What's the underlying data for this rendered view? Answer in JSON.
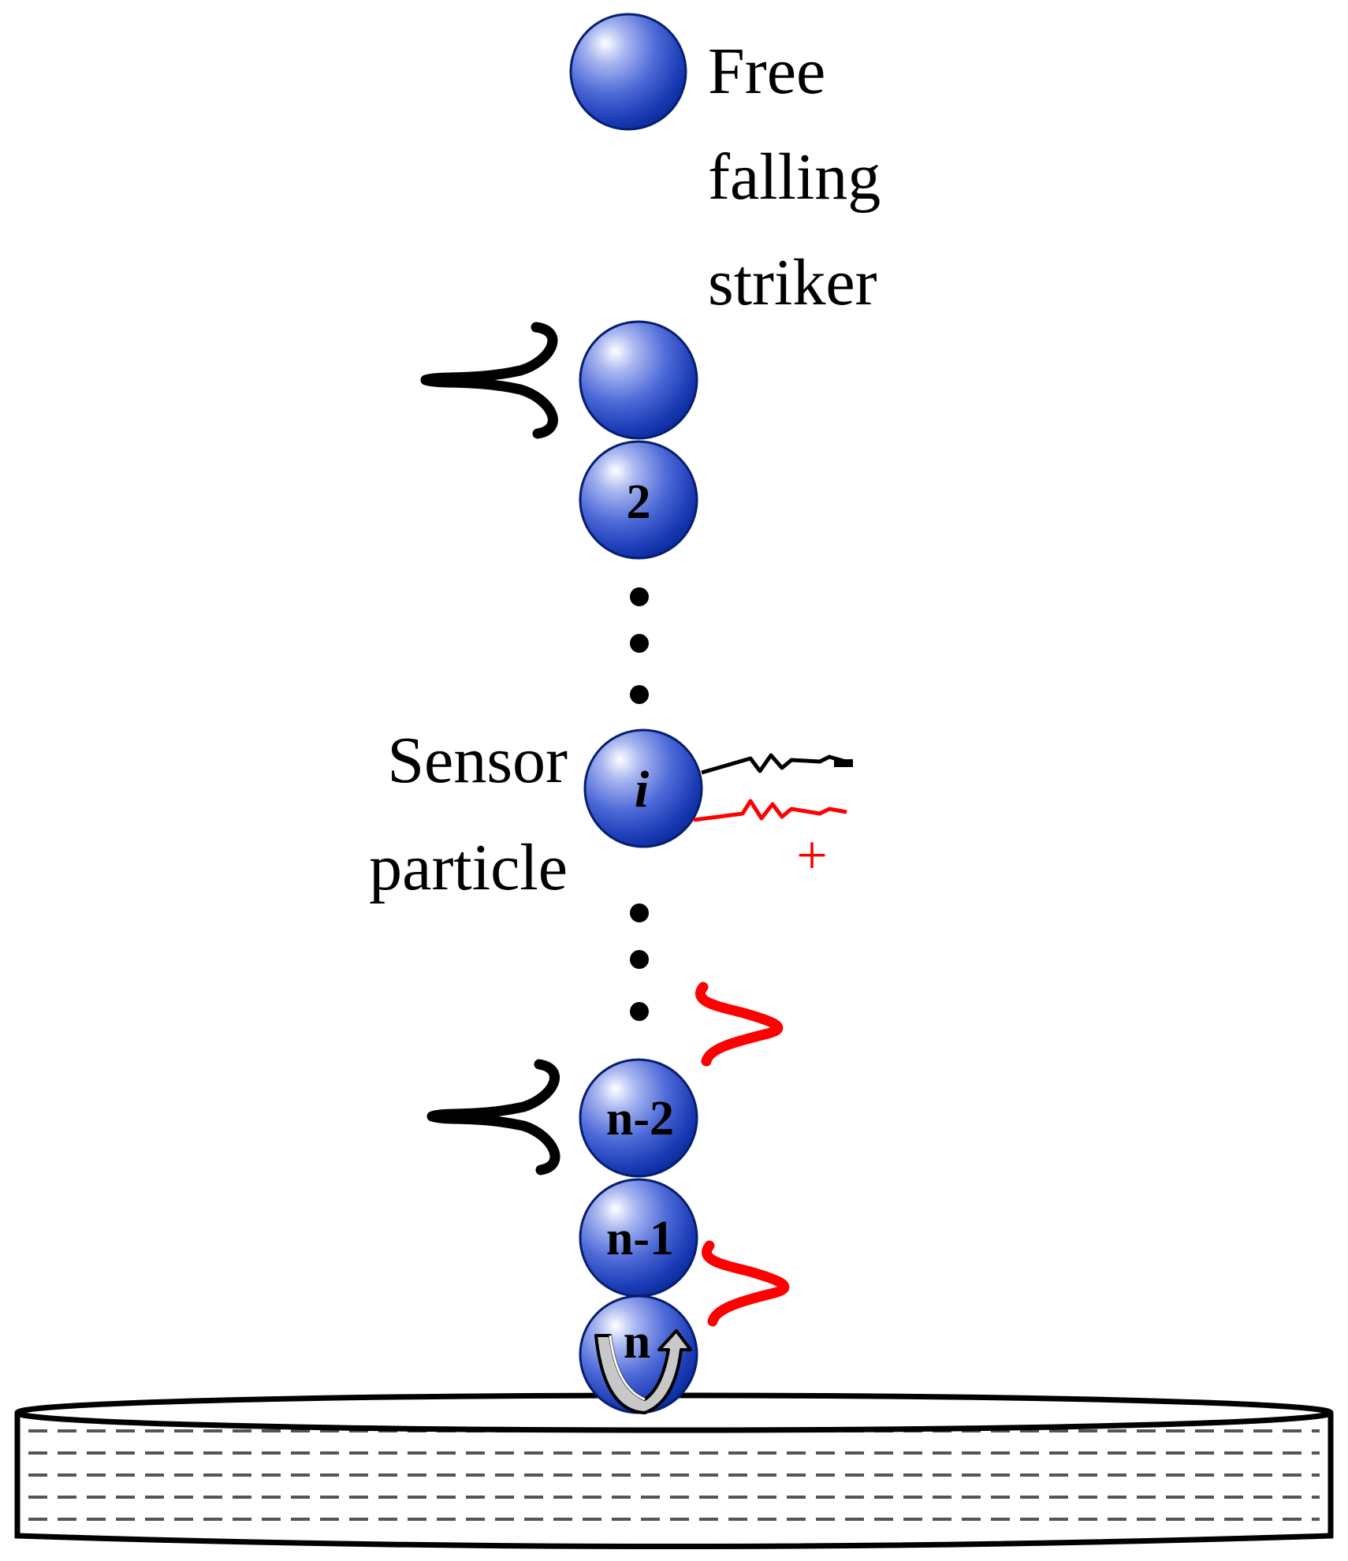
{
  "labels": {
    "striker": [
      "Free",
      "falling",
      "striker"
    ],
    "sensor": [
      "Sensor",
      "particle"
    ]
  },
  "balls": [
    {
      "id": "striker",
      "label": ""
    },
    {
      "id": "particle-1",
      "label": ""
    },
    {
      "id": "particle-2",
      "label": "2"
    },
    {
      "id": "particle-i",
      "label": "i"
    },
    {
      "id": "particle-n-2",
      "label": "n-2"
    },
    {
      "id": "particle-n-1",
      "label": "n-1"
    },
    {
      "id": "particle-n",
      "label": "n"
    }
  ],
  "sensor_polarity": {
    "plus": "+"
  },
  "colors": {
    "ball_highlight": "#ffffff",
    "ball_mid": "#4f6bd8",
    "ball_dark": "#0a2c9a",
    "ball_edge": "#061e70",
    "incident_wave": "#000000",
    "reflected_wave": "#ff0000",
    "sensor_positive_wire": "#ff0000",
    "sensor_negative_wire": "#000000",
    "wall_dash": "#555555",
    "rotation_arrow": "#c8c8c8"
  },
  "icons": [
    "incident-wave-icon",
    "reflected-wave-icon",
    "rotation-arrow-icon",
    "sensor-wire-icon"
  ]
}
